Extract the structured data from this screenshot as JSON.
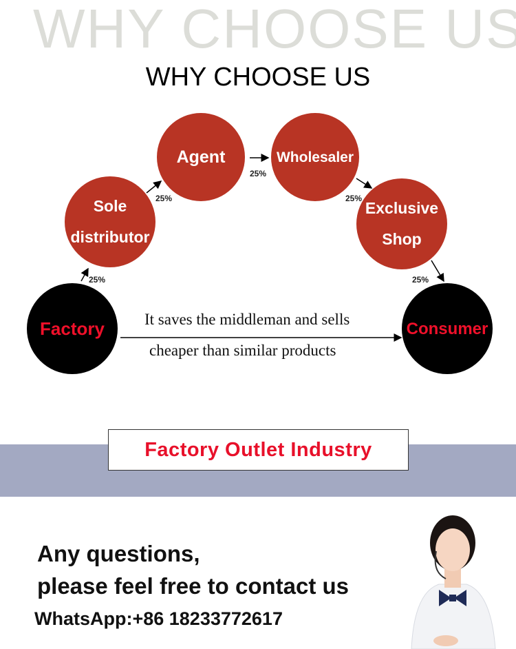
{
  "header": {
    "background_title": "WHY CHOOSE US",
    "title": "WHY CHOOSE US"
  },
  "diagram": {
    "nodes": [
      {
        "label": "Factory",
        "lines": [
          "Factory"
        ]
      },
      {
        "label": "Sole distributor",
        "lines": [
          "Sole",
          "distributor"
        ]
      },
      {
        "label": "Agent",
        "lines": [
          "Agent"
        ]
      },
      {
        "label": "Wholesaler",
        "lines": [
          "Wholesaler"
        ]
      },
      {
        "label": "Exclusive Shop",
        "lines": [
          "Exclusive",
          "Shop"
        ]
      },
      {
        "label": "Consumer",
        "lines": [
          "Consumer"
        ]
      }
    ],
    "percents": [
      "25%",
      "25%",
      "25%",
      "25%",
      "25%"
    ],
    "middle_text": [
      "It saves the middleman and sells",
      "cheaper than similar products"
    ],
    "colors": {
      "node_red": "#b83424",
      "node_black": "#000000",
      "highlight": "#f0102a"
    }
  },
  "banner": {
    "label": "Factory Outlet Industry",
    "band_color": "#a3a9c2"
  },
  "contact": {
    "line1": "Any questions,",
    "line2": "please feel free to contact us",
    "whatsapp": "WhatsApp:+86 18233772617"
  }
}
